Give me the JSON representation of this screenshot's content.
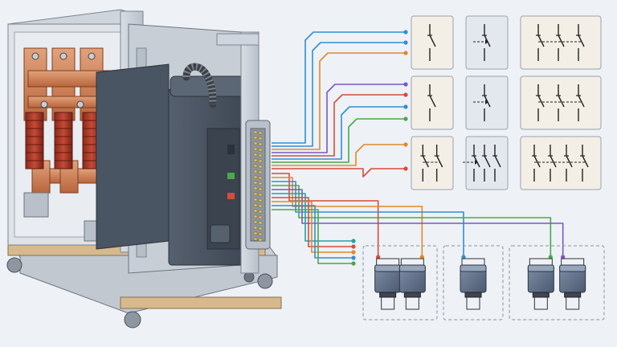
{
  "diagram": {
    "wire_colors": [
      "#2f8fd6",
      "#e08a2a",
      "#7a57c6",
      "#d94b3b",
      "#4aa84c",
      "#1fa3a8",
      "#b0478f"
    ],
    "panel_fill_colors": [
      "#f3efe6",
      "#e3e8ef"
    ],
    "contact_panels": [
      {
        "id": "no-single",
        "type": "single-contact",
        "fill": 0
      },
      {
        "id": "no-single-actuated",
        "type": "single-contact-actuated",
        "fill": 1
      },
      {
        "id": "no-triple",
        "type": "triple-contact",
        "fill": 0
      },
      {
        "id": "nc-single",
        "type": "single-contact",
        "fill": 0
      },
      {
        "id": "nc-single-actuated",
        "type": "single-contact-actuated",
        "fill": 1
      },
      {
        "id": "nc-triple",
        "type": "triple-contact",
        "fill": 0
      },
      {
        "id": "double",
        "type": "double-contact",
        "fill": 0
      },
      {
        "id": "triple-actuated",
        "type": "triple-contact-actuated",
        "fill": 1
      },
      {
        "id": "quad",
        "type": "quad-contact",
        "fill": 0
      }
    ],
    "relay_groups": [
      {
        "id": "relay-group-1",
        "relays": 2
      },
      {
        "id": "relay-group-2",
        "relays": 1
      },
      {
        "id": "relay-group-3",
        "relays": 2
      }
    ],
    "icons": {
      "breaker": "vacuum-circuit-breaker-icon",
      "connector": "multi-pin-connector-icon",
      "relay": "relay-icon",
      "contact": "switch-contact-icon"
    }
  }
}
